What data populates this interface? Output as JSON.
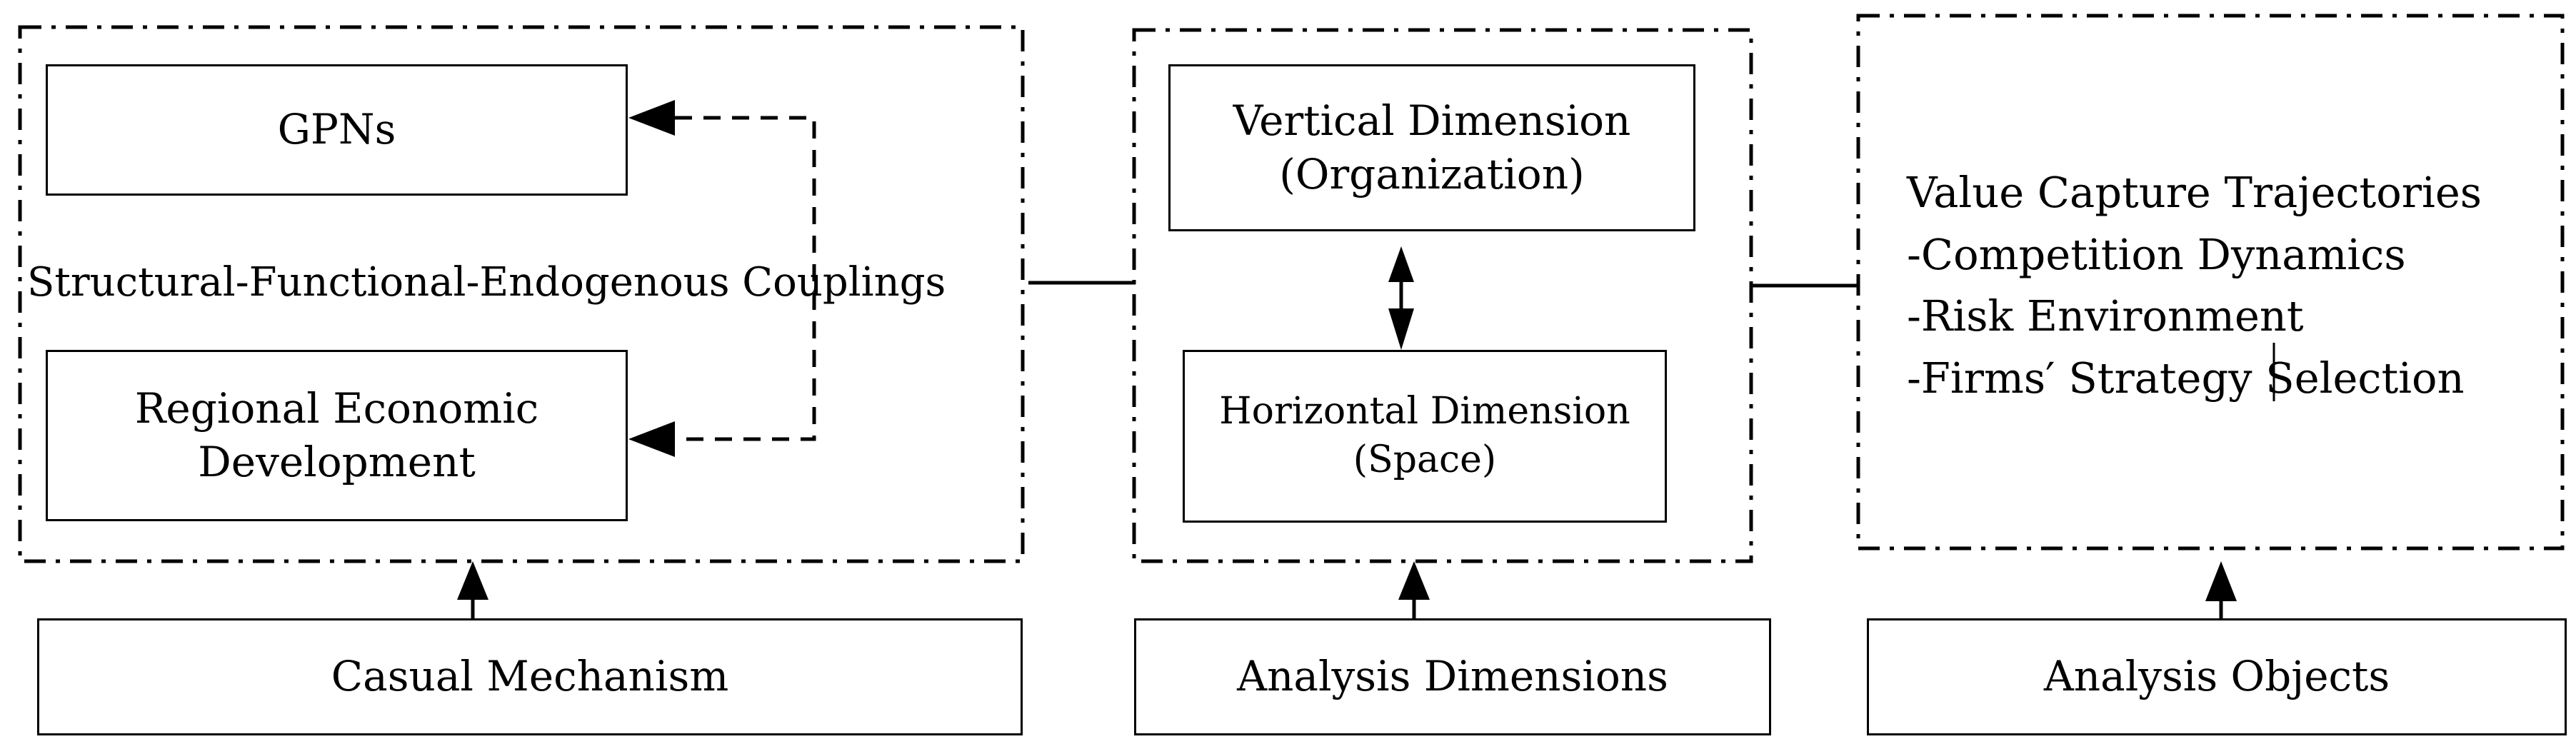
{
  "diagram": {
    "casual_mechanism_group": {
      "gpns_label": "GPNs",
      "couplings_label": "Structural-Functional-Endogenous Couplings",
      "regional_line1": "Regional Economic",
      "regional_line2": "Development"
    },
    "analysis_dimensions_group": {
      "vertical_line1": "Vertical Dimension",
      "vertical_line2": "(Organization)",
      "horizontal_line1": "Horizontal Dimension",
      "horizontal_line2": "(Space)"
    },
    "analysis_objects_group": {
      "title": "Value Capture Trajectories",
      "items": [
        "-Competition Dynamics",
        "-Risk Environment",
        "-Firms′ Strategy Selection"
      ]
    },
    "bottom_labels": {
      "casual_mechanism": "Casual Mechanism",
      "analysis_dimensions": "Analysis Dimensions",
      "analysis_objects": "Analysis Objects"
    }
  }
}
